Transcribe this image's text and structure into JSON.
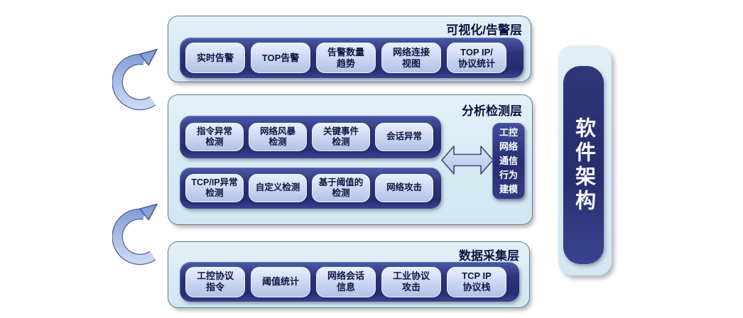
{
  "side_panel": {
    "label": "软件架构"
  },
  "model_box": {
    "text": "工控\n网络\n通信\n行为\n建模"
  },
  "layers": {
    "visualization": {
      "title": "可视化/告警层",
      "pills": [
        "实时告警",
        "TOP告警",
        "告警数量\n趋势",
        "网络连接\n视图",
        "TOP IP/\n协议统计"
      ]
    },
    "analysis": {
      "title": "分析检测层",
      "row1": [
        "指令异常\n检测",
        "网络风暴\n检测",
        "关键事件\n检测",
        "会话异常"
      ],
      "row2": [
        "TCP/IP异常\n检测",
        "自定义检测",
        "基于阈值的\n检测",
        "网络攻击"
      ]
    },
    "collection": {
      "title": "数据采集层",
      "pills": [
        "工控协议\n指令",
        "阈值统计",
        "网络会话\n信息",
        "工业协议\n攻击",
        "TCP IP\n协议栈"
      ]
    }
  },
  "icons": {
    "cycle_arrow_upper": "curved-cycle-arrow",
    "cycle_arrow_lower": "curved-cycle-arrow",
    "exchange_arrow": "double-headed-arrow"
  },
  "colors": {
    "layer_bg": "#d9ecf4",
    "layer_border": "#67798a",
    "bar_navy": "#2b327c",
    "pill_fill": "#c9d6f0",
    "pill_text": "#0e1540",
    "title_text": "#0b1140",
    "arrow_fill": "#c5d4f0",
    "arrow_outline": "#3d4775",
    "side_navy": "#2b3173",
    "side_text": "#ffffff"
  }
}
